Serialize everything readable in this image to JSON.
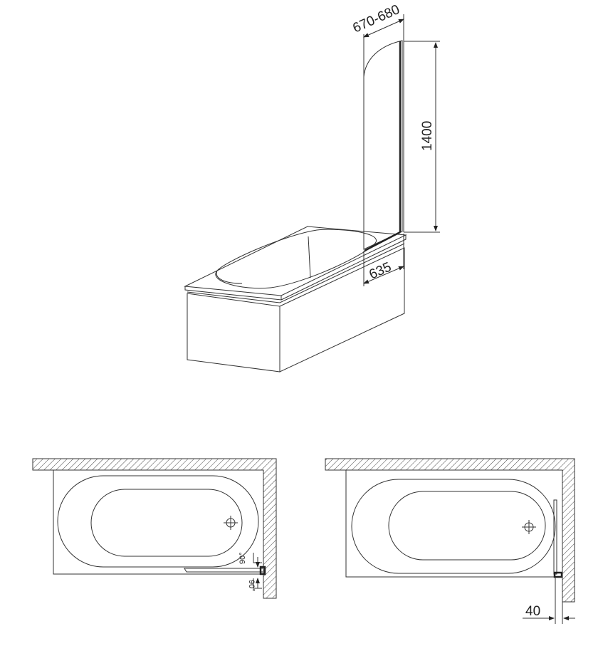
{
  "dimensions": {
    "panel_width": "670-680",
    "panel_height": "1400",
    "base_width": "635",
    "wall_offset": "40"
  },
  "angles": {
    "upper": "90°",
    "lower": "90°"
  },
  "colors": {
    "line": "#333333",
    "background": "#ffffff"
  }
}
